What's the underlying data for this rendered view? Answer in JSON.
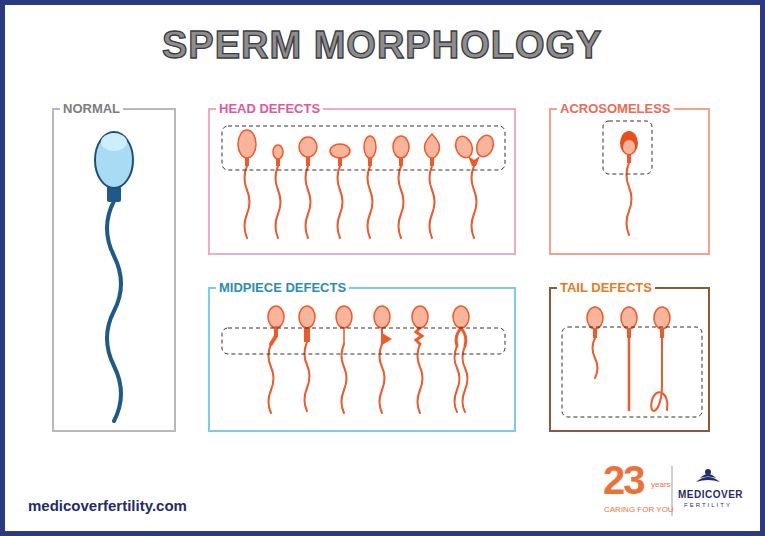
{
  "diagram": {
    "title": "SPERM MORPHOLOGY",
    "nodes": [
      {
        "text": [
          "NORMAL"
        ]
      },
      {
        "text": [
          "HEAD DEFECTS"
        ]
      },
      {
        "text": [
          "ACROSOMELESS"
        ]
      },
      {
        "text": [
          "MIDPIECE DEFECTS"
        ]
      },
      {
        "text": [
          "TAIL DEFECTS"
        ]
      }
    ],
    "labels": [
      "medicoverfertility.com",
      "23",
      "years",
      "CARING FOR YOU",
      "MEDICOVER",
      "FERTILITY"
    ]
  }
}
